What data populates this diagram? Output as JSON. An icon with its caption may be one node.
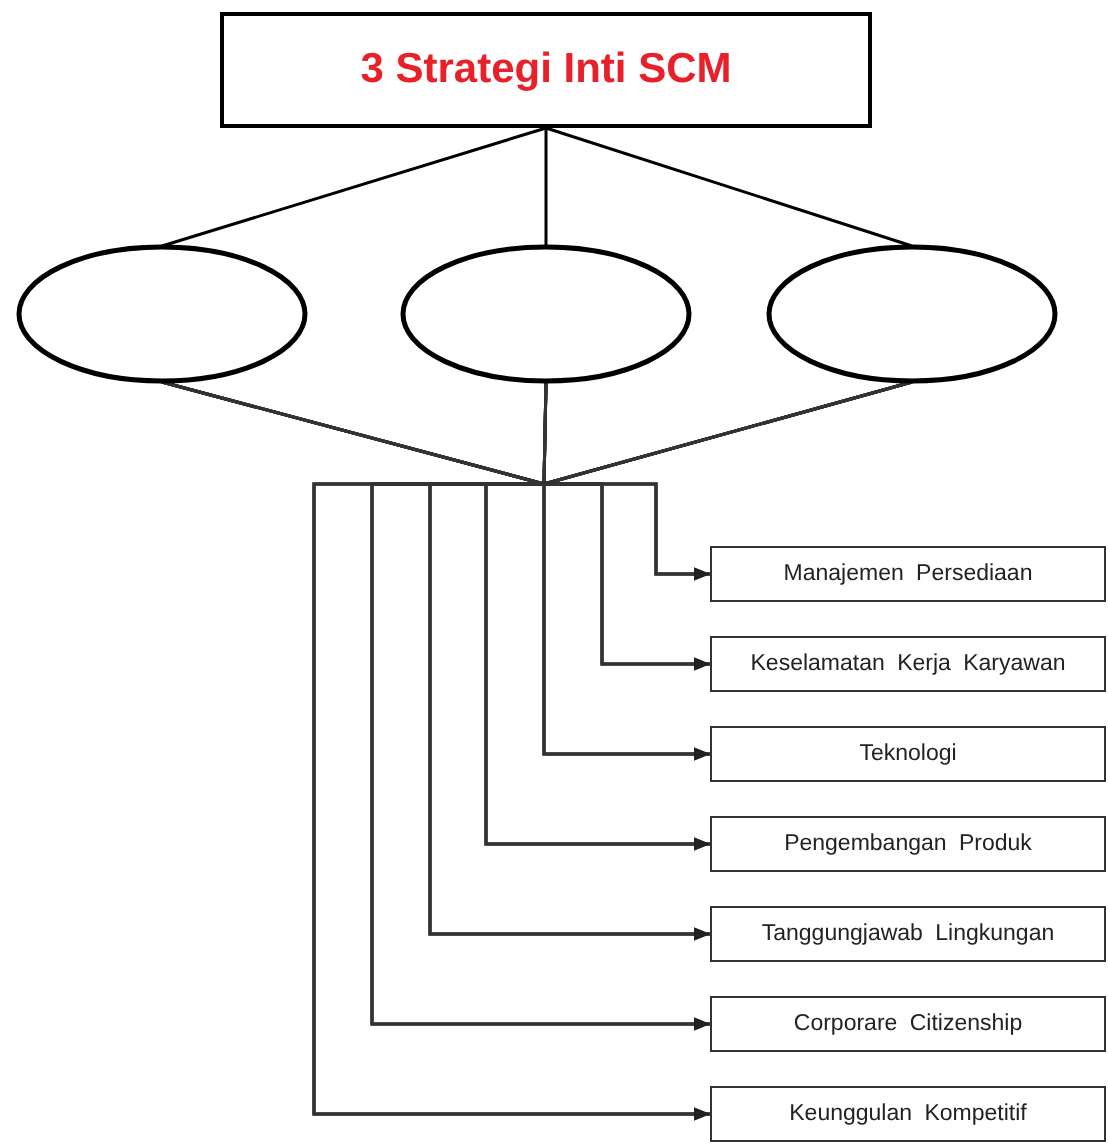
{
  "diagram": {
    "nodes": [
      {
        "text": [
          "3 Strategi Inti SCM"
        ]
      },
      {
        "text": [],
        "shape": "ellipse"
      },
      {
        "text": [],
        "shape": "ellipse"
      },
      {
        "text": [],
        "shape": "ellipse"
      },
      {
        "text": [
          "Manajemen Persediaan"
        ]
      },
      {
        "text": [
          "Keselamatan Kerja Karyawan"
        ]
      },
      {
        "text": [
          "Teknologi"
        ]
      },
      {
        "text": [
          "Pengembangan Produk"
        ]
      },
      {
        "text": [
          "Tanggungjawab Lingkungan"
        ]
      },
      {
        "text": [
          "Corporare Citizenship"
        ]
      },
      {
        "text": [
          "Keunggulan Kompetitif"
        ]
      }
    ],
    "edges": [
      {
        "from": 0,
        "to": 1,
        "arrow": "none"
      },
      {
        "from": 0,
        "to": 2,
        "arrow": "none"
      },
      {
        "from": 0,
        "to": 3,
        "arrow": "none"
      },
      {
        "from": 1,
        "to": 4,
        "arrow": "to"
      },
      {
        "from": 1,
        "to": 5,
        "arrow": "to"
      },
      {
        "from": 1,
        "to": 6,
        "arrow": "to"
      },
      {
        "from": 1,
        "to": 7,
        "arrow": "to"
      },
      {
        "from": 1,
        "to": 8,
        "arrow": "to"
      },
      {
        "from": 1,
        "to": 9,
        "arrow": "to"
      },
      {
        "from": 1,
        "to": 10,
        "arrow": "to"
      },
      {
        "from": 2,
        "to": 4,
        "arrow": "to"
      },
      {
        "from": 2,
        "to": 5,
        "arrow": "to"
      },
      {
        "from": 2,
        "to": 6,
        "arrow": "to"
      },
      {
        "from": 2,
        "to": 7,
        "arrow": "to"
      },
      {
        "from": 2,
        "to": 8,
        "arrow": "to"
      },
      {
        "from": 2,
        "to": 9,
        "arrow": "to"
      },
      {
        "from": 2,
        "to": 10,
        "arrow": "to"
      },
      {
        "from": 3,
        "to": 4,
        "arrow": "to"
      },
      {
        "from": 3,
        "to": 5,
        "arrow": "to"
      },
      {
        "from": 3,
        "to": 6,
        "arrow": "to"
      },
      {
        "from": 3,
        "to": 7,
        "arrow": "to"
      },
      {
        "from": 3,
        "to": 8,
        "arrow": "to"
      },
      {
        "from": 3,
        "to": 9,
        "arrow": "to"
      },
      {
        "from": 3,
        "to": 10,
        "arrow": "to"
      }
    ]
  }
}
